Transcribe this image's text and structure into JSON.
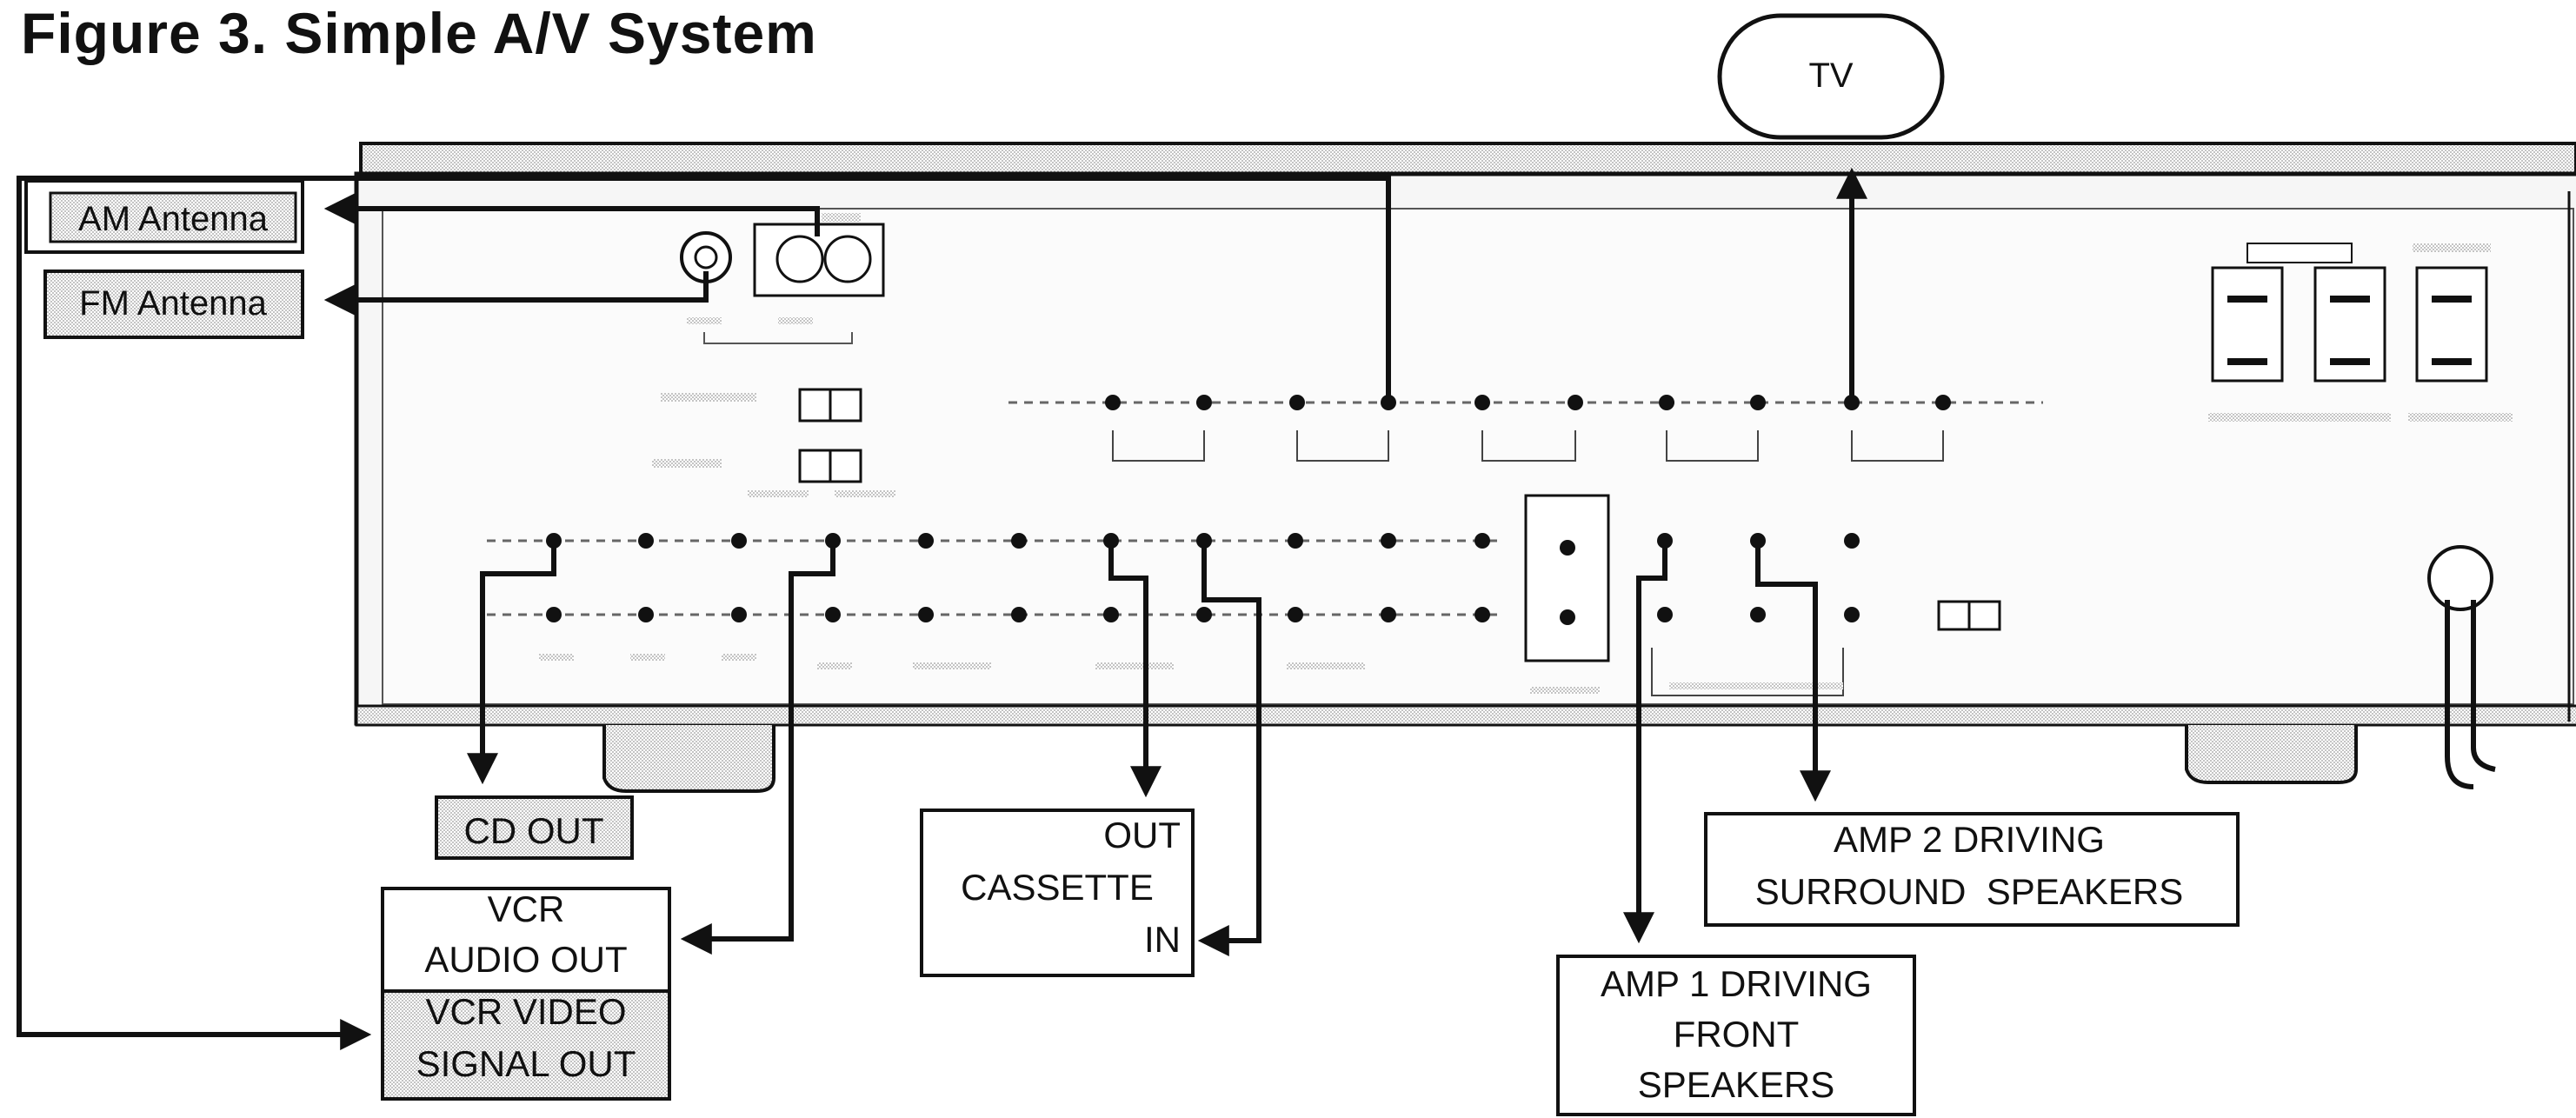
{
  "figure_title": "Figure 3. Simple A/V System",
  "labels": {
    "tv": "TV",
    "am_antenna": "AM Antenna",
    "fm_antenna": "FM Antenna",
    "cd_out": "CD OUT",
    "vcr_audio_out": [
      "VCR",
      "AUDIO OUT"
    ],
    "vcr_video_signal_out": [
      "VCR VIDEO",
      "SIGNAL OUT"
    ],
    "cassette": [
      "OUT",
      "CASSETTE",
      "IN"
    ],
    "amp1": [
      "AMP 1 DRIVING",
      "FRONT",
      "SPEAKERS"
    ],
    "amp2": [
      "AMP 2 DRIVING",
      "SURROUND  SPEAKERS"
    ]
  },
  "colors": {
    "ink": "#111111",
    "panel_fill": "#f4f4f4",
    "shade": "#bdbdbd"
  }
}
